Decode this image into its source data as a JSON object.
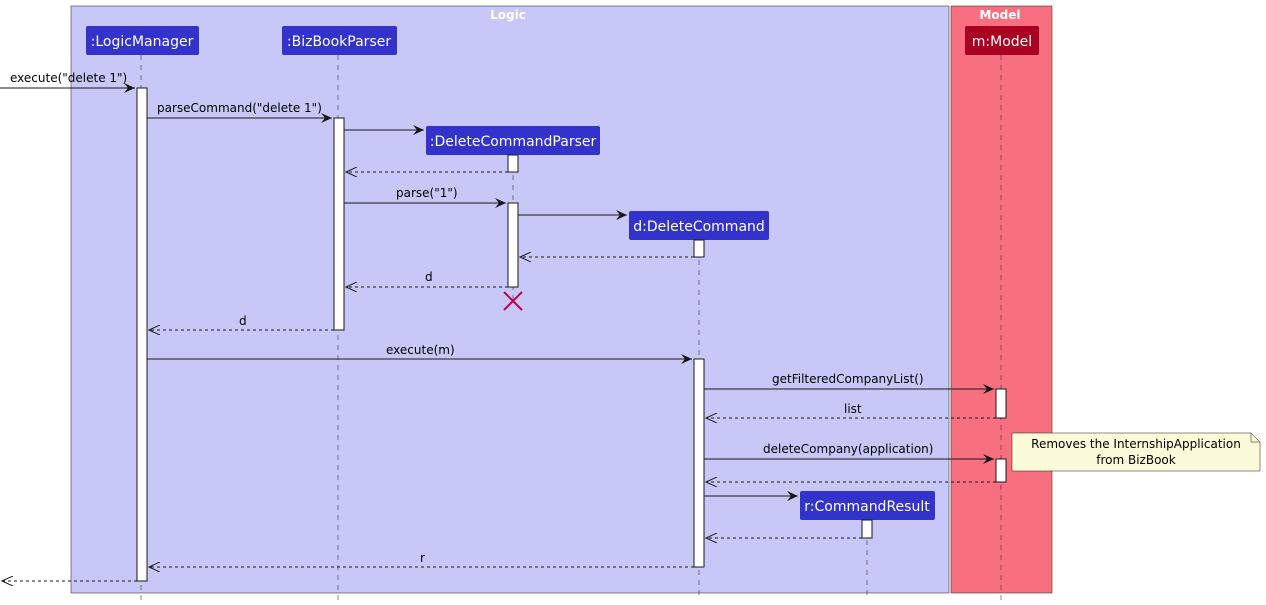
{
  "colors": {
    "logic_box_fill": "#c8c8f8",
    "model_box_fill": "#f87080",
    "logic_participant_fill": "#3333cc",
    "model_participant_fill": "#aa0022",
    "destroy_mark": "#c0004a",
    "note_fill": "#fbfbd9"
  },
  "boxes": {
    "logic": {
      "title": "Logic"
    },
    "model": {
      "title": "Model"
    }
  },
  "participants": {
    "logic_manager": {
      "label": ":LogicManager"
    },
    "bizbook_parser": {
      "label": ":BizBookParser"
    },
    "delete_command_parser": {
      "label": ":DeleteCommandParser"
    },
    "delete_command": {
      "label": "d:DeleteCommand"
    },
    "command_result": {
      "label": "r:CommandResult"
    },
    "model": {
      "label": "m:Model"
    }
  },
  "messages": {
    "execute_delete": "execute(\"delete 1\")",
    "parse_command": "parseCommand(\"delete 1\")",
    "parse_1": "parse(\"1\")",
    "return_d_to_parser": "d",
    "return_d_to_manager": "d",
    "execute_m": "execute(m)",
    "get_filtered_company_list": "getFilteredCompanyList()",
    "return_list": "list",
    "delete_company": "deleteCompany(application)",
    "return_r": "r"
  },
  "note": {
    "line1": "Removes the InternshipApplication",
    "line2": "from BizBook"
  }
}
